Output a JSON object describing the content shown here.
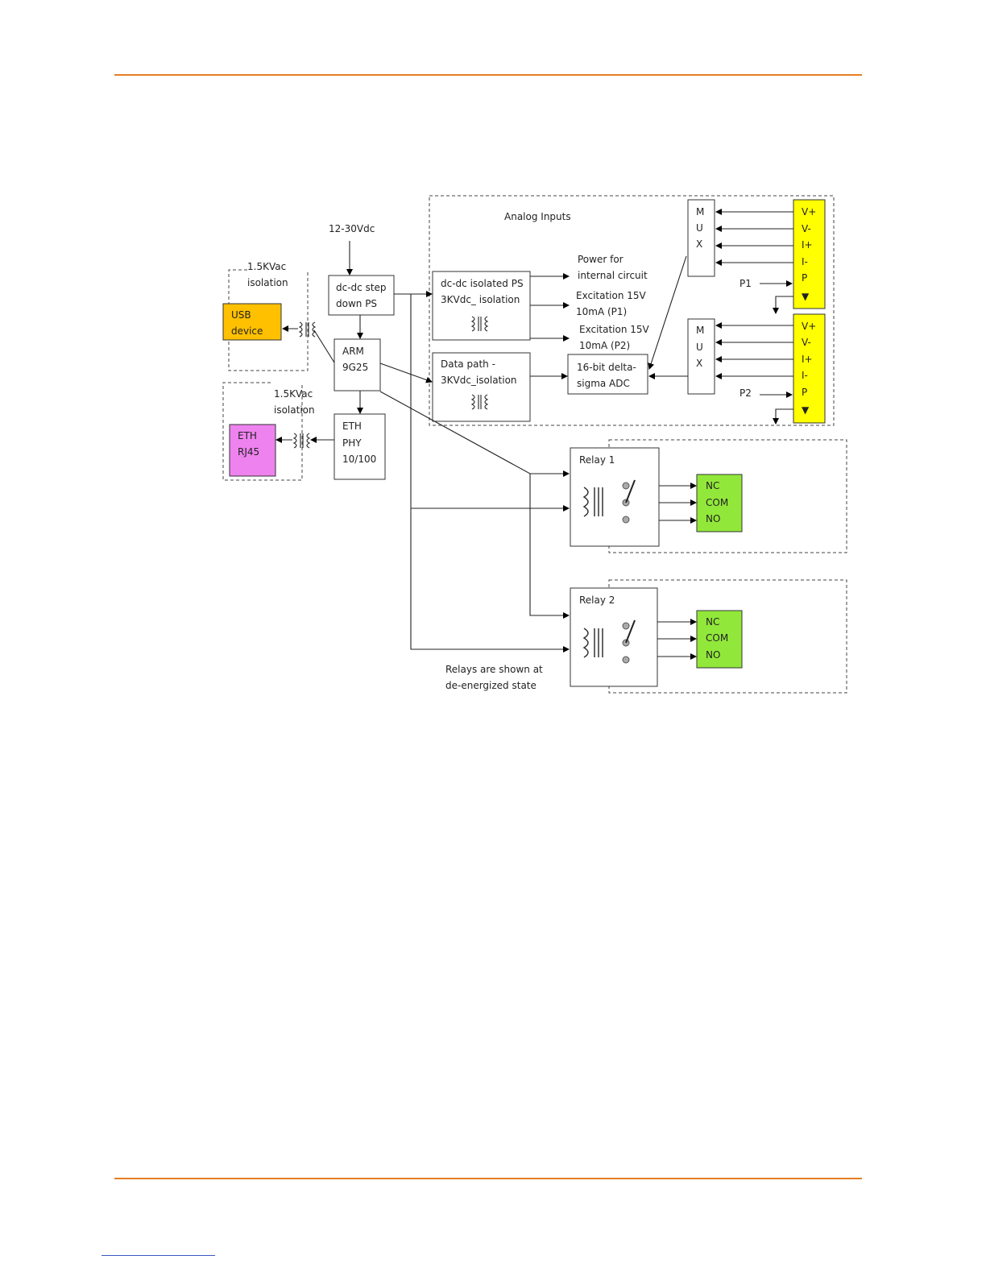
{
  "colors": {
    "rule": "#e67e22",
    "usb_fill": "#ffc000",
    "eth_fill": "#ee82ee",
    "terminal_fill": "#ffff00",
    "relay_terminal_fill": "#92e83a"
  },
  "diagram": {
    "supply": "12-30Vdc",
    "iso_usb": [
      "1.5KVac",
      "isolation"
    ],
    "iso_eth": [
      "1.5KVac",
      "isolation"
    ],
    "usb": [
      "USB",
      "device"
    ],
    "eth": [
      "ETH",
      "RJ45"
    ],
    "stepdown": [
      "dc-dc step",
      "down PS"
    ],
    "arm": [
      "ARM",
      "9G25"
    ],
    "phy": [
      "ETH",
      "PHY",
      "10/100"
    ],
    "analog_title": "Analog Inputs",
    "dcdc_iso": [
      "dc-dc isolated PS",
      "3KVdc_ isolation"
    ],
    "datapath": [
      "Data path -",
      "3KVdc_isolation"
    ],
    "power_internal": [
      "Power for",
      "internal circuit"
    ],
    "exc1": [
      "Excitation 15V",
      "10mA (P1)"
    ],
    "exc2": [
      "Excitation 15V",
      "10mA (P2)"
    ],
    "adc": [
      "16-bit delta-",
      "sigma ADC"
    ],
    "mux": [
      "M",
      "U",
      "X"
    ],
    "terminals": [
      "V+",
      "V-",
      "I+",
      "I-",
      "P",
      "▼"
    ],
    "p1": "P1",
    "p2": "P2",
    "relay1": "Relay 1",
    "relay2": "Relay 2",
    "relay_terms": [
      "NC",
      "COM",
      "NO"
    ],
    "relay_note": [
      "Relays are shown at",
      "de-energized state"
    ]
  }
}
